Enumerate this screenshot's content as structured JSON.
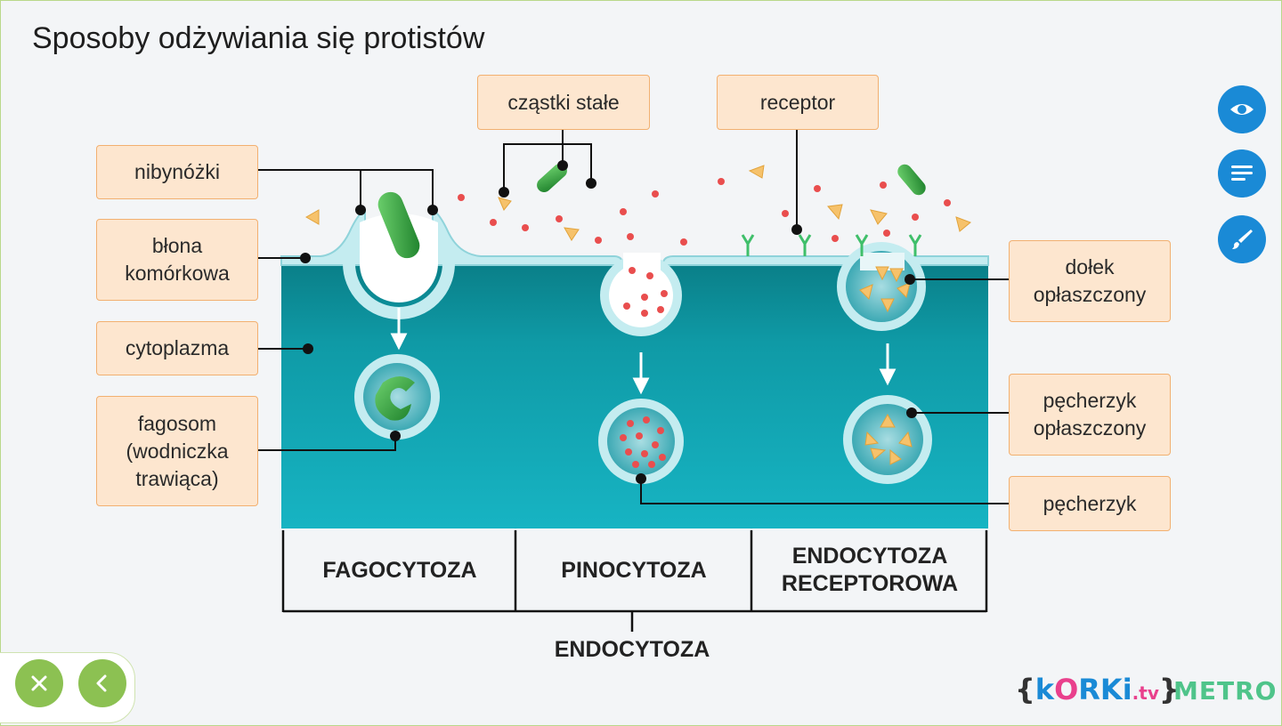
{
  "title": "Sposoby odżywiania się protistów",
  "labels": {
    "nibynozki": "nibynóżki",
    "blona": "błona\nkomórkowa",
    "cytoplazma": "cytoplazma",
    "fagosom": "fagosom\n(wodniczka\ntrawiąca)",
    "czastki": "cząstki stałe",
    "receptor": "receptor",
    "dolek": "dołek\nopłaszczony",
    "pecherzyk_opl": "pęcherzyk\nopłaszczony",
    "pecherzyk": "pęcherzyk"
  },
  "table": {
    "col1": "FAGOCYTOZA",
    "col2": "PINOCYTOZA",
    "col3": "ENDOCYTOZA\nRECEPTOROWA",
    "group": "ENDOCYTOZA"
  },
  "side_buttons": [
    "eye-icon",
    "lines-icon",
    "brush-icon"
  ],
  "nav_buttons": [
    "close-icon",
    "chevron-left-icon"
  ],
  "logos": {
    "korki_open": "{",
    "korki_k": "k",
    "korki_o": "O",
    "korki_rki": "RKi",
    "korki_tv": ".tv",
    "korki_close": "}",
    "metro": "METRO"
  },
  "colors": {
    "label_bg": "#fde6cf",
    "label_border": "#f2b070",
    "cell": "#14a9b8",
    "membrane": "#c4ecf0",
    "accent_blue": "#1a8ad6",
    "accent_green": "#8cc152"
  }
}
